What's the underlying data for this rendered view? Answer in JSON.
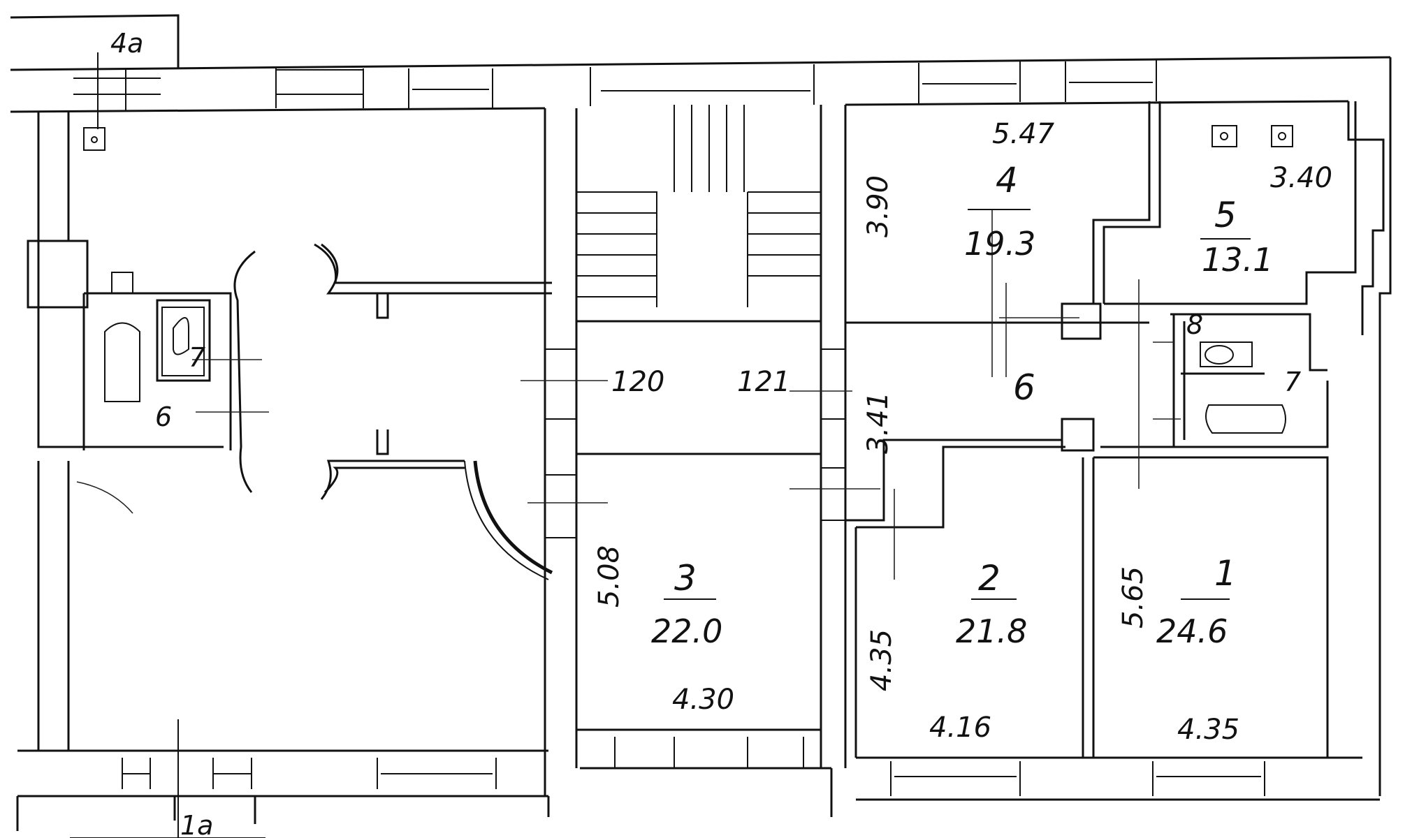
{
  "plan": {
    "rooms": [
      {
        "number": "1",
        "area": "24.6"
      },
      {
        "number": "2",
        "area": "21.8"
      },
      {
        "number": "3",
        "area": "22.0"
      },
      {
        "number": "4",
        "area": "19.3"
      },
      {
        "number": "5",
        "area": "13.1"
      }
    ],
    "labels": {
      "corridor_right": "6",
      "corridor_left": "6",
      "wc_left": "7",
      "wc_right": "7",
      "bath_right": "8",
      "stair_left": "120",
      "stair_right": "121",
      "axis_top": "4a",
      "axis_bottom": "1a"
    },
    "dimensions": {
      "room4_width": "5.47",
      "room4_depth": "3.90",
      "room5_width": "3.40",
      "corridor_depth": "3.41",
      "room3_depth": "5.08",
      "room3_width": "4.30",
      "room2_depth": "4.35",
      "room2_width": "4.16",
      "room1_depth": "5.65",
      "room1_width": "4.35"
    }
  }
}
